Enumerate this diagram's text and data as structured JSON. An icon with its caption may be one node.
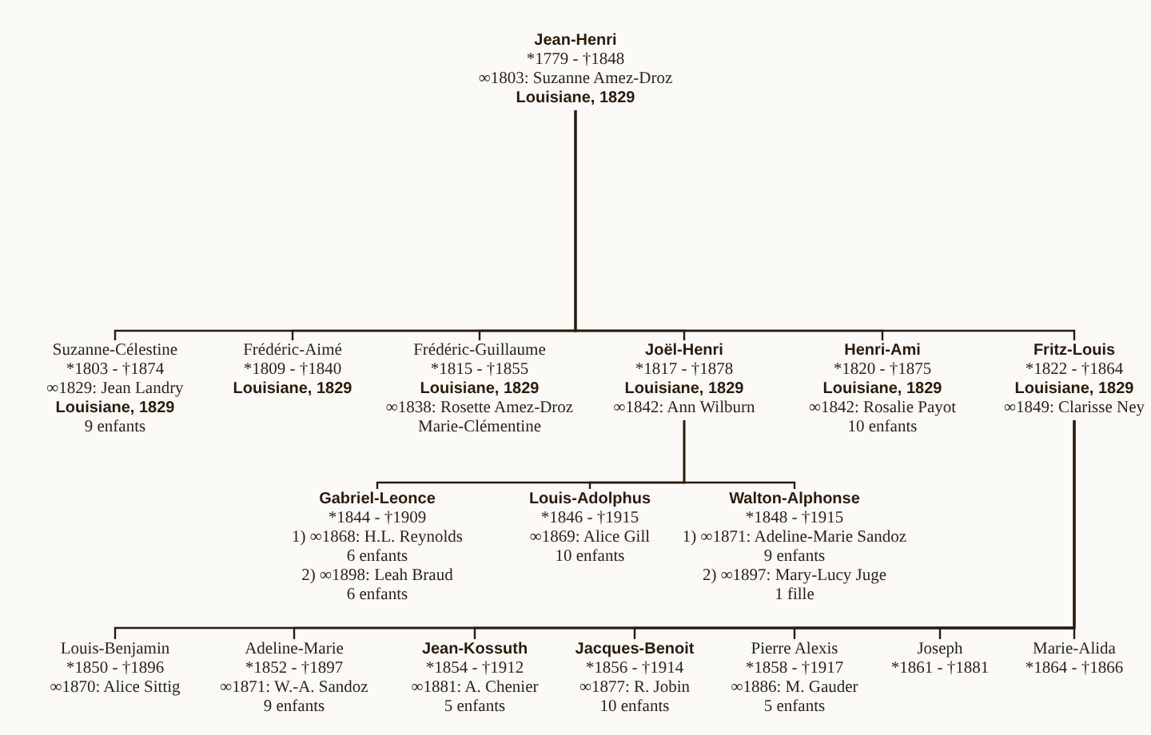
{
  "diagram": {
    "nodes": [
      {
        "text": [
          "Jean-Henri",
          "*1779 - †1848",
          "∞1803: Suzanne Amez-Droz",
          "Louisiane, 1829"
        ]
      },
      {
        "text": [
          "Suzanne-Célestine",
          "*1803 - †1874",
          "∞1829: Jean Landry",
          "Louisiane, 1829",
          "9 enfants"
        ]
      },
      {
        "text": [
          "Frédéric-Aimé",
          "*1809 - †1840",
          "Louisiane, 1829"
        ]
      },
      {
        "text": [
          "Frédéric-Guillaume",
          "*1815 - †1855",
          "Louisiane, 1829",
          "∞1838: Rosette Amez-Droz",
          "Marie-Clémentine"
        ]
      },
      {
        "text": [
          "Joël-Henri",
          "*1817 - †1878",
          "Louisiane, 1829",
          "∞1842: Ann Wilburn"
        ]
      },
      {
        "text": [
          "Henri-Ami",
          "*1820 - †1875",
          "Louisiane, 1829",
          "∞1842: Rosalie Payot",
          "10 enfants"
        ]
      },
      {
        "text": [
          "Fritz-Louis",
          "*1822 - †1864",
          "Louisiane, 1829",
          "∞1849: Clarisse Ney"
        ]
      },
      {
        "text": [
          "Gabriel-Leonce",
          "*1844 - †1909",
          "1) ∞1868: H.L. Reynolds",
          "6 enfants",
          "2) ∞1898: Leah Braud",
          "6 enfants"
        ]
      },
      {
        "text": [
          "Louis-Adolphus",
          "*1846 - †1915",
          "∞1869: Alice Gill",
          "10 enfants"
        ]
      },
      {
        "text": [
          "Walton-Alphonse",
          "*1848 - †1915",
          "1) ∞1871: Adeline-Marie Sandoz",
          "9 enfants",
          "2) ∞1897: Mary-Lucy Juge",
          "1 fille"
        ]
      },
      {
        "text": [
          "Louis-Benjamin",
          "*1850 - †1896",
          "∞1870: Alice Sittig"
        ]
      },
      {
        "text": [
          "Adeline-Marie",
          "*1852 - †1897",
          "∞1871: W.-A. Sandoz",
          "9 enfants"
        ]
      },
      {
        "text": [
          "Jean-Kossuth",
          "*1854 - †1912",
          "∞1881: A. Chenier",
          "5 enfants"
        ]
      },
      {
        "text": [
          "Jacques-Benoit",
          "*1856 - †1914",
          "∞1877: R. Jobin",
          "10 enfants"
        ]
      },
      {
        "text": [
          "Pierre Alexis",
          "*1858 - †1917",
          "∞1886: M. Gauder",
          "5 enfants"
        ]
      },
      {
        "text": [
          "Joseph",
          "*1861 - †1881"
        ]
      },
      {
        "text": [
          "Marie-Alida",
          "*1864 - †1866"
        ]
      }
    ],
    "edges": [
      {
        "from": 0,
        "to": 1,
        "arrow": "none"
      },
      {
        "from": 0,
        "to": 2,
        "arrow": "none"
      },
      {
        "from": 0,
        "to": 3,
        "arrow": "none"
      },
      {
        "from": 0,
        "to": 4,
        "arrow": "none"
      },
      {
        "from": 0,
        "to": 5,
        "arrow": "none"
      },
      {
        "from": 0,
        "to": 6,
        "arrow": "none"
      },
      {
        "from": 4,
        "to": 7,
        "arrow": "none"
      },
      {
        "from": 4,
        "to": 8,
        "arrow": "none"
      },
      {
        "from": 4,
        "to": 9,
        "arrow": "none"
      },
      {
        "from": 6,
        "to": 10,
        "arrow": "none"
      },
      {
        "from": 6,
        "to": 11,
        "arrow": "none"
      },
      {
        "from": 6,
        "to": 12,
        "arrow": "none"
      },
      {
        "from": 6,
        "to": 13,
        "arrow": "none"
      },
      {
        "from": 6,
        "to": 14,
        "arrow": "none"
      },
      {
        "from": 6,
        "to": 15,
        "arrow": "none"
      },
      {
        "from": 6,
        "to": 16,
        "arrow": "none"
      }
    ]
  }
}
